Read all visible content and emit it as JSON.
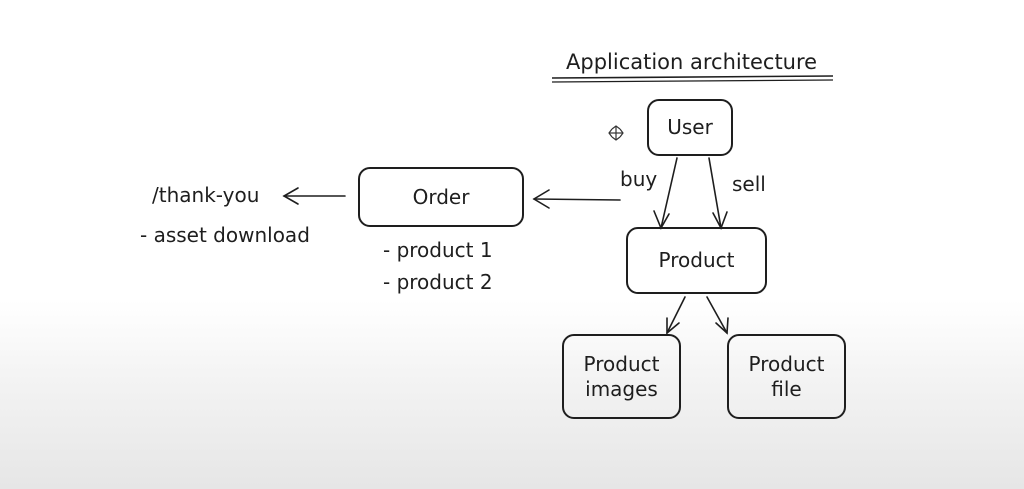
{
  "title": "Application architecture",
  "nodes": {
    "user": "User",
    "order": "Order",
    "product": "Product",
    "product_images": "Product\nimages",
    "product_file": "Product\nfile"
  },
  "edge_labels": {
    "buy": "buy",
    "sell": "sell"
  },
  "annotations": {
    "thank_you": "/thank-you",
    "asset_download": "- asset download",
    "order_items": [
      "- product 1",
      "- product 2"
    ]
  },
  "colors": {
    "stroke": "#1e1e1e"
  }
}
